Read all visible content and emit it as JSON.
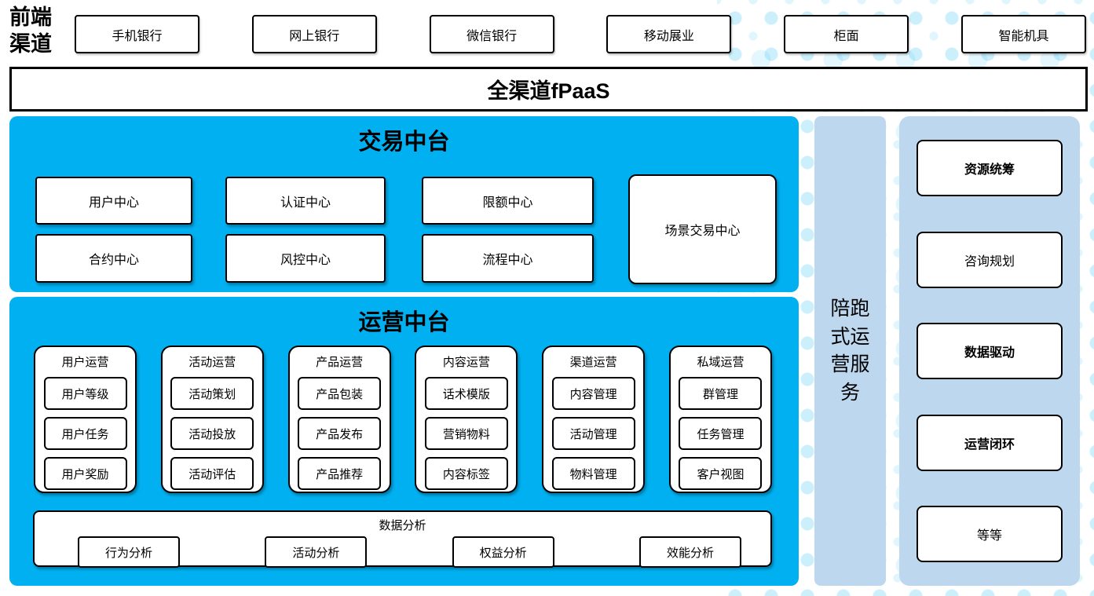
{
  "front_channels": {
    "label": "前端渠道",
    "items": [
      "手机银行",
      "网上银行",
      "微信银行",
      "移动展业",
      "柜面",
      "智能机具"
    ]
  },
  "fpaas": {
    "label": "全渠道fPaaS"
  },
  "trade_platform": {
    "title": "交易中台",
    "centers_row1": [
      "用户中心",
      "认证中心",
      "限额中心"
    ],
    "centers_row2": [
      "合约中心",
      "风控中心",
      "流程中心"
    ],
    "scene_center": "场景交易中心"
  },
  "ops_platform": {
    "title": "运营中台",
    "groups": [
      {
        "title": "用户运营",
        "items": [
          "用户等级",
          "用户任务",
          "用户奖励"
        ]
      },
      {
        "title": "活动运营",
        "items": [
          "活动策划",
          "活动投放",
          "活动评估"
        ]
      },
      {
        "title": "产品运营",
        "items": [
          "产品包装",
          "产品发布",
          "产品推荐"
        ]
      },
      {
        "title": "内容运营",
        "items": [
          "话术模版",
          "营销物料",
          "内容标签"
        ]
      },
      {
        "title": "渠道运营",
        "items": [
          "内容管理",
          "活动管理",
          "物料管理"
        ]
      },
      {
        "title": "私域运营",
        "items": [
          "群管理",
          "任务管理",
          "客户视图"
        ]
      }
    ],
    "analysis": {
      "title": "数据分析",
      "items": [
        "行为分析",
        "活动分析",
        "权益分析",
        "效能分析"
      ]
    }
  },
  "side_service": {
    "label": "陪跑式运营服务"
  },
  "right_panel": {
    "items": [
      {
        "label": "资源统筹"
      },
      {
        "label": "咨询规划"
      },
      {
        "label": "数据驱动"
      },
      {
        "label": "运营闭环"
      },
      {
        "label": "等等"
      }
    ]
  },
  "colors": {
    "accent_blue": "#00B0F0",
    "panel_light_blue": "#BDD7EE",
    "dot_pattern": "#CFE9F7",
    "box_border": "#000000",
    "box_fill": "#FFFFFF"
  }
}
